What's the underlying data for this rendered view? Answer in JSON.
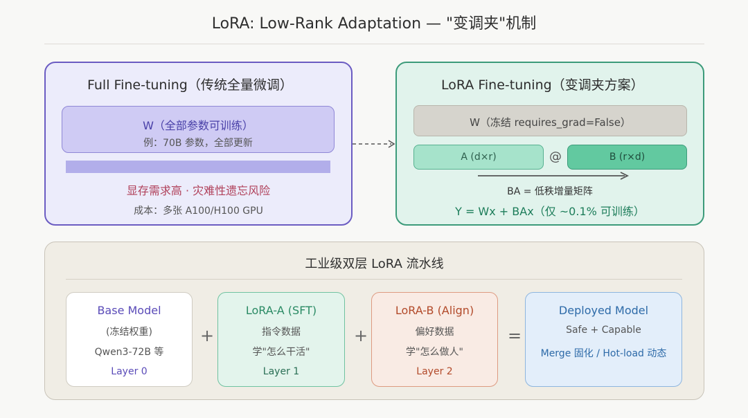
{
  "title": "LoRA: Low-Rank Adaptation — \"变调夹\"机制",
  "full_finetune": {
    "title": "Full Fine-tuning（传统全量微调）",
    "w_label": "W（全部参数可训练）",
    "w_example": "例：70B 参数，全部更新",
    "memory_risk": "显存需求高 · 灾难性遗忘风险",
    "cost": "成本：多张 A100/H100 GPU"
  },
  "lora_finetune": {
    "title": "LoRA Fine-tuning（变调夹方案）",
    "w_label": "W（冻结 requires_grad=False）",
    "matrix_a": "A (d×r)",
    "at_sign": "@",
    "matrix_b": "B (r×d)",
    "ba_label": "BA = 低秩增量矩阵",
    "formula": "Y = Wx + BAx（仅 ~0.1% 可训练）"
  },
  "pipeline": {
    "title": "工业级双层 LoRA 流水线",
    "cards": [
      {
        "title": "Base Model",
        "line1": "(冻结权重)",
        "line2": "Qwen3-72B 等",
        "layer": "Layer 0",
        "title_color": "#5a4bb8",
        "layer_color": "#5a4bb8"
      },
      {
        "title": "LoRA-A (SFT)",
        "line1": "指令数据",
        "line2": "学\"怎么干活\"",
        "layer": "Layer 1",
        "title_color": "#2a8a64",
        "layer_color": "#2a6f55"
      },
      {
        "title": "LoRA-B (Align)",
        "line1": "偏好数据",
        "line2": "学\"怎么做人\"",
        "layer": "Layer 2",
        "title_color": "#b24a2a",
        "layer_color": "#b24a2a"
      },
      {
        "title": "Deployed Model",
        "line1": "Safe + Capable",
        "line2": "Merge 固化 / Hot-load 动态",
        "title_color": "#2d6aa8",
        "line2_color": "#2d6aa8"
      }
    ],
    "operators": [
      "+",
      "+",
      "="
    ]
  },
  "colors": {
    "full_border": "#6b5cc2",
    "lora_border": "#3c9b7a",
    "arrow": "#555555"
  }
}
